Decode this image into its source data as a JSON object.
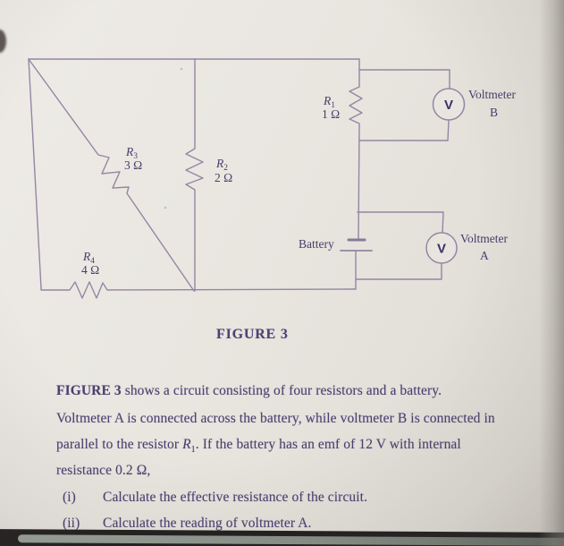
{
  "figure": {
    "caption": "FIGURE 3",
    "battery_label": "Battery",
    "voltmeter_b": {
      "symbol": "V",
      "label": "Voltmeter",
      "name": "B"
    },
    "voltmeter_a": {
      "symbol": "V",
      "label": "Voltmeter",
      "name": "A"
    },
    "resistors": {
      "r1": {
        "base": "R",
        "sub": "1",
        "value": "1 Ω"
      },
      "r2": {
        "base": "R",
        "sub": "2",
        "value": "2 Ω"
      },
      "r3": {
        "base": "R",
        "sub": "3",
        "value": "3 Ω"
      },
      "r4": {
        "base": "R",
        "sub": "4",
        "value": "4 Ω"
      }
    }
  },
  "problem": {
    "line1_bold": "FIGURE 3",
    "line1_rest": " shows a circuit consisting of four resistors and a battery.",
    "line2": "Voltmeter A is connected across the battery, while voltmeter B is connected in",
    "line3_pre": "parallel to the resistor ",
    "line3_r_base": "R",
    "line3_r_sub": "1",
    "line3_post": ". If the battery has an emf of 12 V with internal",
    "line4": "resistance 0.2 Ω,",
    "items": [
      {
        "marker": "(i)",
        "text": "Calculate the effective resistance of the circuit."
      },
      {
        "marker": "(ii)",
        "text": "Calculate the reading of voltmeter A."
      }
    ]
  }
}
